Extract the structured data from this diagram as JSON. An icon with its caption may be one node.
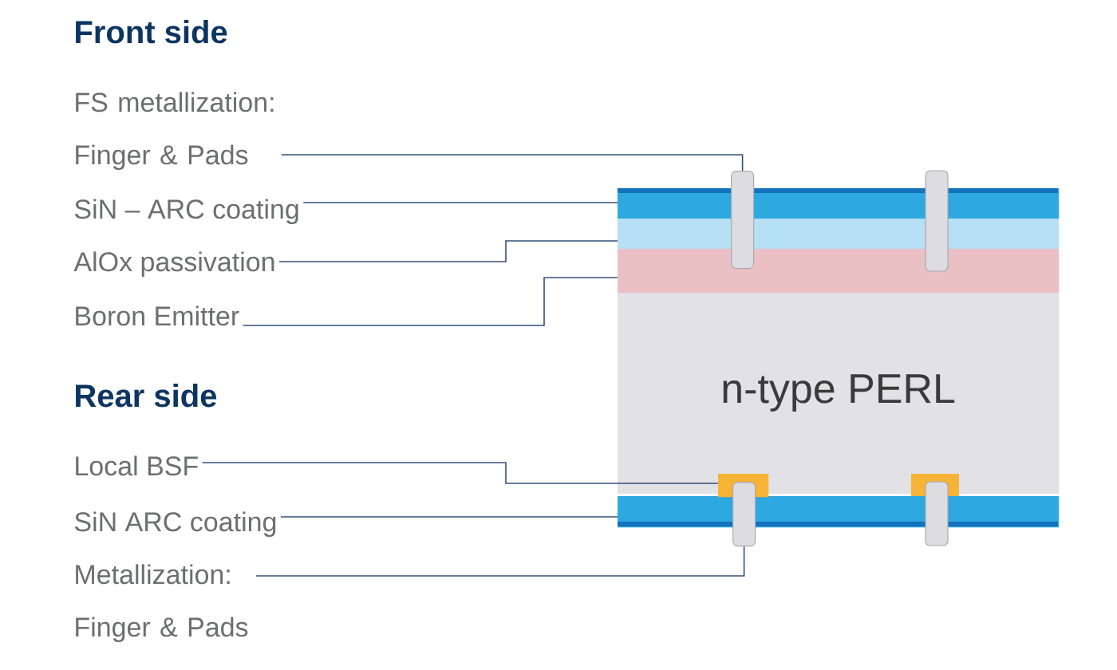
{
  "diagram": {
    "nodes": [
      {
        "text": [
          "FS metallization: Finger & Pads"
        ]
      },
      {
        "text": [
          "SiN – ARC coating"
        ]
      },
      {
        "text": [
          "AlOx passivation"
        ]
      },
      {
        "text": [
          "Boron Emitter"
        ]
      },
      {
        "text": [
          "Local BSF"
        ]
      },
      {
        "text": [
          "SiN ARC coating"
        ]
      },
      {
        "text": [
          "Metallization: Finger & Pads"
        ]
      },
      {
        "text": [
          "n-type PERL"
        ]
      },
      {
        "text": [],
        "shape": "box"
      },
      {
        "text": [],
        "shape": "box"
      },
      {
        "text": [],
        "shape": "box"
      },
      {
        "text": [],
        "shape": "bar"
      },
      {
        "text": [],
        "shape": "box"
      },
      {
        "text": [],
        "shape": "box"
      },
      {
        "text": [],
        "shape": "bar"
      }
    ],
    "edges": [
      {
        "from": 0,
        "to": 11,
        "arrow": "none"
      },
      {
        "from": 1,
        "to": 8,
        "arrow": "none"
      },
      {
        "from": 2,
        "to": 9,
        "arrow": "none"
      },
      {
        "from": 3,
        "to": 10,
        "arrow": "none"
      },
      {
        "from": 4,
        "to": 12,
        "arrow": "none"
      },
      {
        "from": 5,
        "to": 13,
        "arrow": "none"
      },
      {
        "from": 6,
        "to": 14,
        "arrow": "none"
      }
    ],
    "labels": [
      "Front side",
      "Rear side"
    ]
  }
}
